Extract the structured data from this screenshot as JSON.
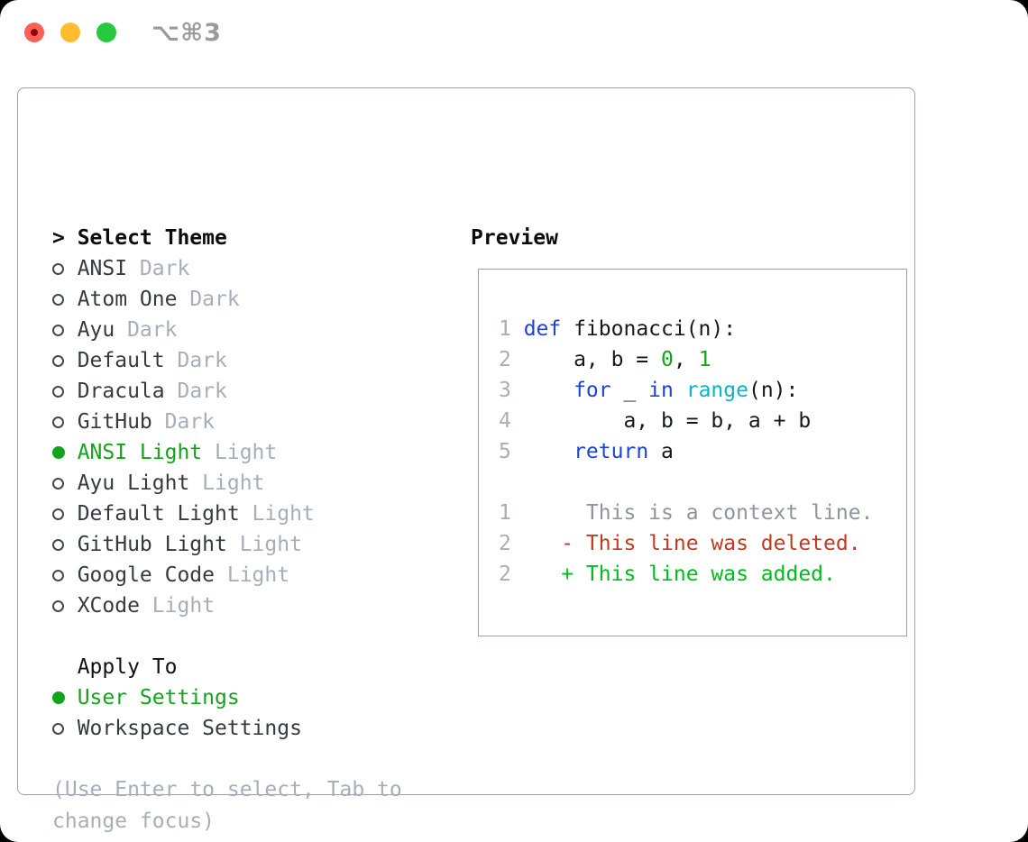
{
  "window": {
    "title": "⌥⌘3",
    "traffic_lights": [
      "close",
      "minimize",
      "zoom"
    ]
  },
  "colors": {
    "green": "#12a41b",
    "added": "#00bc1f",
    "deleted": "#c23a20",
    "keyword": "#1d44d8",
    "builtin": "#0cb4c7",
    "literal": "#0bab16",
    "context": "#8f959d",
    "muted": "#a6aeb9",
    "border": "#99a1ac",
    "text": "#36393f",
    "code_fg": "#17181a",
    "traffic_red": "#ff5f57",
    "traffic_red_dot": "#870d0a",
    "traffic_yellow": "#febc2e",
    "traffic_green": "#28c840",
    "title_fg": "#9b9b9b"
  },
  "theme_list": {
    "prompt": ">",
    "title": "Select Theme",
    "items": [
      {
        "label": "ANSI",
        "tag": "Dark",
        "selected": false
      },
      {
        "label": "Atom One",
        "tag": "Dark",
        "selected": false
      },
      {
        "label": "Ayu",
        "tag": "Dark",
        "selected": false
      },
      {
        "label": "Default",
        "tag": "Dark",
        "selected": false
      },
      {
        "label": "Dracula",
        "tag": "Dark",
        "selected": false
      },
      {
        "label": "GitHub",
        "tag": "Dark",
        "selected": false
      },
      {
        "label": "ANSI Light",
        "tag": "Light",
        "selected": true
      },
      {
        "label": "Ayu Light",
        "tag": "Light",
        "selected": false
      },
      {
        "label": "Default Light",
        "tag": "Light",
        "selected": false
      },
      {
        "label": "GitHub Light",
        "tag": "Light",
        "selected": false
      },
      {
        "label": "Google Code",
        "tag": "Light",
        "selected": false
      },
      {
        "label": "XCode",
        "tag": "Light",
        "selected": false
      }
    ]
  },
  "apply_to": {
    "title": "Apply To",
    "options": [
      {
        "label": "User Settings",
        "selected": true
      },
      {
        "label": "Workspace Settings",
        "selected": false
      }
    ]
  },
  "help_text": "(Use Enter to select, Tab to change focus)",
  "preview": {
    "title": "Preview",
    "lines": [
      {
        "num": "1",
        "tokens": [
          [
            "def",
            "kw"
          ],
          [
            " fibonacci(n):",
            "fg"
          ]
        ]
      },
      {
        "num": "2",
        "tokens": [
          [
            "    a, b = ",
            "fg"
          ],
          [
            "0",
            "lit"
          ],
          [
            ", ",
            "fg"
          ],
          [
            "1",
            "lit"
          ]
        ]
      },
      {
        "num": "3",
        "tokens": [
          [
            "    ",
            "fg"
          ],
          [
            "for",
            "kw"
          ],
          [
            " _ ",
            "fg"
          ],
          [
            "in",
            "kw"
          ],
          [
            " ",
            "fg"
          ],
          [
            "range",
            "bi"
          ],
          [
            "(n):",
            "fg"
          ]
        ]
      },
      {
        "num": "4",
        "tokens": [
          [
            "        a, b = b, a + b",
            "fg"
          ]
        ]
      },
      {
        "num": "5",
        "tokens": [
          [
            "    ",
            "fg"
          ],
          [
            "return",
            "kw"
          ],
          [
            " a",
            "fg"
          ]
        ]
      },
      {
        "num": "",
        "tokens": [
          [
            " ",
            "fg"
          ]
        ]
      },
      {
        "num": "1",
        "tokens": [
          [
            "     This is a context line.",
            "ctx"
          ]
        ]
      },
      {
        "num": "2",
        "tokens": [
          [
            "   - This line was deleted.",
            "del"
          ]
        ]
      },
      {
        "num": "2",
        "tokens": [
          [
            "   + This line was added.",
            "add"
          ]
        ]
      }
    ]
  }
}
